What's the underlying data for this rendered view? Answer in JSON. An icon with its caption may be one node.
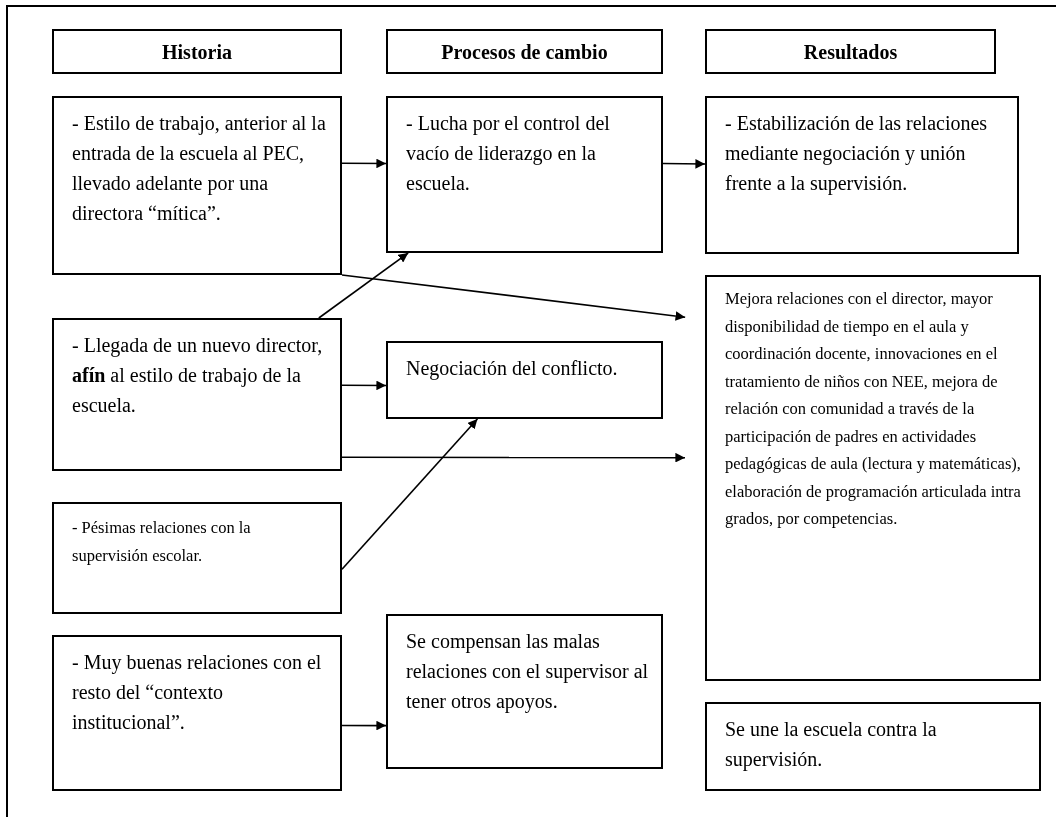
{
  "diagram": {
    "nodes": [
      {
        "text": [
          "Historia"
        ]
      },
      {
        "text": [
          "Procesos de cambio"
        ]
      },
      {
        "text": [
          "Resultados"
        ]
      },
      {
        "text": [
          "- Estilo de trabajo, anterior al la entrada de la escuela al PEC, llevado adelante por una directora “mítica”."
        ]
      },
      {
        "text": [
          "- Lucha por el control del vacío de liderazgo en la escuela."
        ]
      },
      {
        "text": [
          "- Estabilización de las relaciones mediante negociación y unión frente a la supervisión."
        ]
      },
      {
        "text": [
          "- Llegada de un nuevo director, **afín** al estilo de trabajo de la escuela."
        ]
      },
      {
        "text": [
          "Negociación del conflicto."
        ]
      },
      {
        "text": [
          "Mejora relaciones con el director, mayor disponibilidad de tiempo en el aula y coordinación docente, innovaciones en el tratamiento de niños con NEE, mejora de relación con comunidad a través de la participación de padres en actividades pedagógicas de aula (lectura y matemáticas), elaboración de programación articulada intra grados, por competencias."
        ]
      },
      {
        "text": [
          "- Pésimas relaciones con la supervisión escolar."
        ]
      },
      {
        "text": [
          "Se compensan las malas relaciones con el supervisor al tener otros apoyos."
        ]
      },
      {
        "text": [
          "- Muy buenas relaciones con el resto del “contexto institucional”."
        ]
      },
      {
        "text": [
          "Se une la escuela contra la supervisión."
        ]
      }
    ],
    "edges": [
      {
        "from": 3,
        "to": 4,
        "arrow": "to"
      },
      {
        "from": 4,
        "to": 5,
        "arrow": "to"
      },
      {
        "from": 3,
        "to": 8,
        "arrow": "to"
      },
      {
        "from": 6,
        "to": 4,
        "arrow": "to"
      },
      {
        "from": 6,
        "to": 7,
        "arrow": "to"
      },
      {
        "from": 6,
        "to": 8,
        "arrow": "to"
      },
      {
        "from": 9,
        "to": 7,
        "arrow": "to"
      },
      {
        "from": 11,
        "to": 10,
        "arrow": "to"
      }
    ]
  }
}
